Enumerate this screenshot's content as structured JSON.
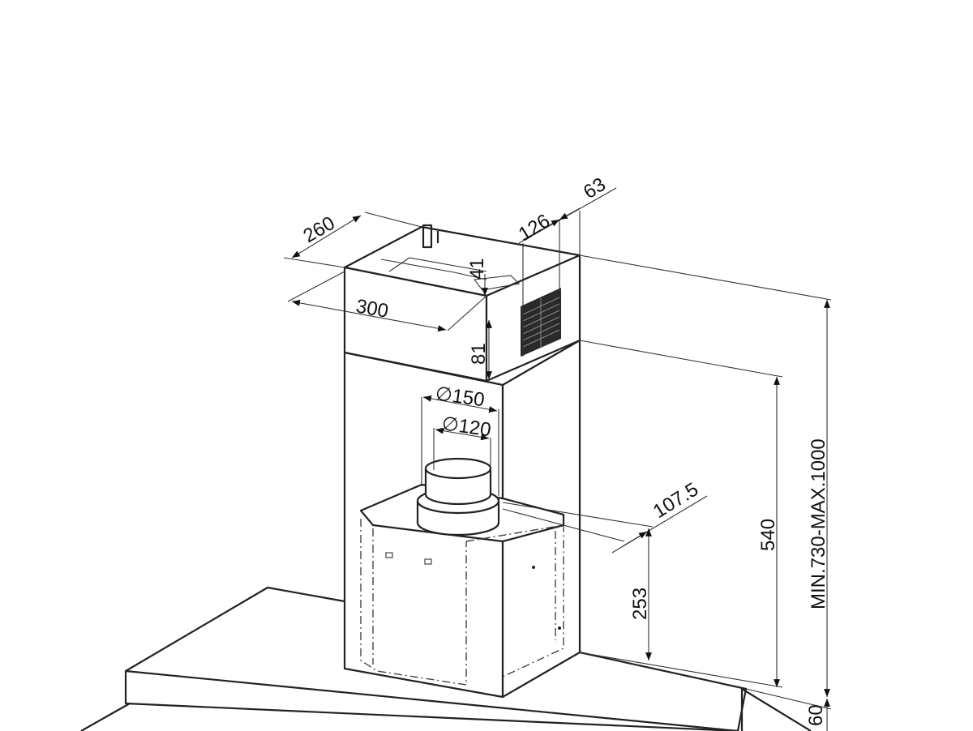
{
  "drawing": {
    "title": "Chimney cooker hood dimension drawing",
    "dimensions": {
      "depth_top": "260",
      "width_top": "300",
      "offset_126": "126",
      "offset_63": "63",
      "height_41": "41",
      "height_81": "81",
      "duct_outer": "∅150",
      "duct_inner": "∅120",
      "outlet_offset": "107.5",
      "motor_height": "253",
      "lower_chimney": "540",
      "total_height": "MIN.730-MAX.1000",
      "canopy_thickness": "60"
    },
    "line_color": "#222222"
  }
}
